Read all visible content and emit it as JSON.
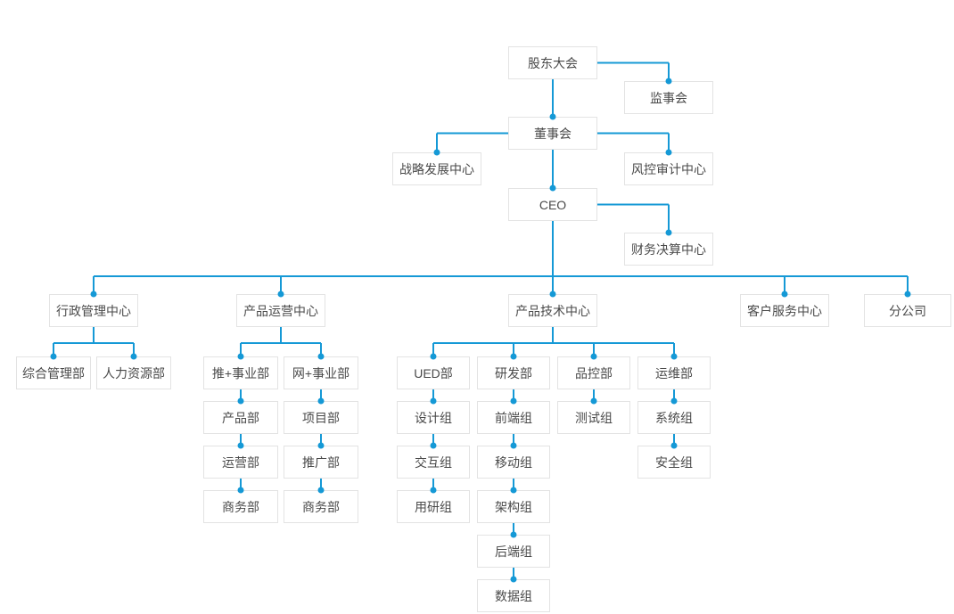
{
  "org_chart": {
    "type": "org-tree",
    "colors": {
      "connector": "#1599d6",
      "dot": "#1599d6",
      "node_border": "#e3e3e3",
      "node_bg": "#ffffff",
      "node_text": "#4a4a4a",
      "page_bg": "#ffffff"
    },
    "nodes": [
      {
        "id": "shareholders",
        "label": "股东大会",
        "parent": null
      },
      {
        "id": "supervisory",
        "label": "监事会",
        "parent": "shareholders"
      },
      {
        "id": "board",
        "label": "董事会",
        "parent": "shareholders"
      },
      {
        "id": "strategy",
        "label": "战略发展中心",
        "parent": "board"
      },
      {
        "id": "risk-audit",
        "label": "风控审计中心",
        "parent": "board"
      },
      {
        "id": "ceo",
        "label": "CEO",
        "parent": "board"
      },
      {
        "id": "finance",
        "label": "财务决算中心",
        "parent": "ceo"
      },
      {
        "id": "admin-center",
        "label": "行政管理中心",
        "parent": "ceo"
      },
      {
        "id": "ops-center",
        "label": "产品运营中心",
        "parent": "ceo"
      },
      {
        "id": "tech-center",
        "label": "产品技术中心",
        "parent": "ceo"
      },
      {
        "id": "service-center",
        "label": "客户服务中心",
        "parent": "ceo"
      },
      {
        "id": "branch-company",
        "label": "分公司",
        "parent": "ceo"
      },
      {
        "id": "general-admin",
        "label": "综合管理部",
        "parent": "admin-center"
      },
      {
        "id": "hr",
        "label": "人力资源部",
        "parent": "admin-center"
      },
      {
        "id": "tui-division",
        "label": "推+事业部",
        "parent": "ops-center"
      },
      {
        "id": "wang-division",
        "label": "网+事业部",
        "parent": "ops-center"
      },
      {
        "id": "ued",
        "label": "UED部",
        "parent": "tech-center"
      },
      {
        "id": "rnd",
        "label": "研发部",
        "parent": "tech-center"
      },
      {
        "id": "qc",
        "label": "品控部",
        "parent": "tech-center"
      },
      {
        "id": "om",
        "label": "运维部",
        "parent": "tech-center"
      },
      {
        "id": "product",
        "label": "产品部",
        "parent": "tui-division"
      },
      {
        "id": "operation",
        "label": "运营部",
        "parent": "product"
      },
      {
        "id": "business-1",
        "label": "商务部",
        "parent": "operation"
      },
      {
        "id": "project",
        "label": "项目部",
        "parent": "wang-division"
      },
      {
        "id": "promotion",
        "label": "推广部",
        "parent": "project"
      },
      {
        "id": "business-2",
        "label": "商务部",
        "parent": "promotion"
      },
      {
        "id": "design",
        "label": "设计组",
        "parent": "ued"
      },
      {
        "id": "interaction",
        "label": "交互组",
        "parent": "design"
      },
      {
        "id": "user-research",
        "label": "用研组",
        "parent": "interaction"
      },
      {
        "id": "frontend",
        "label": "前端组",
        "parent": "rnd"
      },
      {
        "id": "mobile",
        "label": "移动组",
        "parent": "frontend"
      },
      {
        "id": "architecture",
        "label": "架构组",
        "parent": "mobile"
      },
      {
        "id": "backend",
        "label": "后端组",
        "parent": "architecture"
      },
      {
        "id": "data-group",
        "label": "数据组",
        "parent": "backend"
      },
      {
        "id": "testing",
        "label": "测试组",
        "parent": "qc"
      },
      {
        "id": "system",
        "label": "系统组",
        "parent": "om"
      },
      {
        "id": "security",
        "label": "安全组",
        "parent": "system"
      }
    ]
  }
}
